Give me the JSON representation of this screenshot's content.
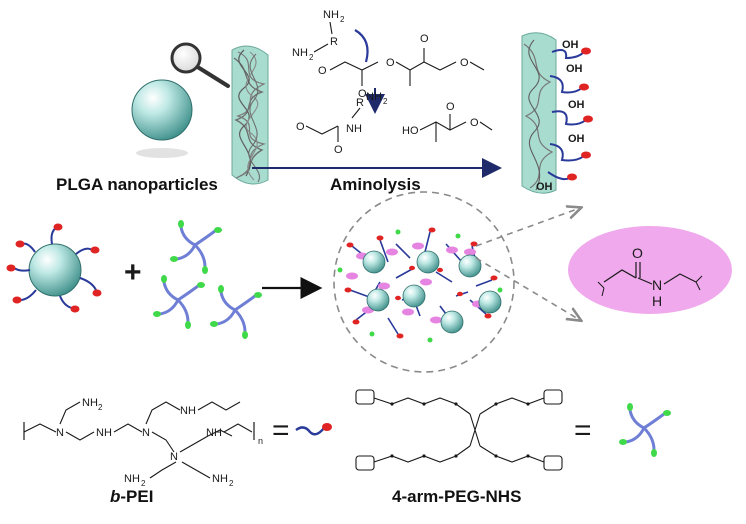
{
  "labels": {
    "plga_nanoparticles": "PLGA  nanoparticles",
    "aminolysis": "Aminolysis",
    "b_pei_prefix": "b",
    "b_pei_suffix": "-PEI",
    "peg_nhs": "4-arm-PEG-NHS"
  },
  "chem_text": {
    "nh2": "NH",
    "nh2_sub": "2",
    "r": "R",
    "o": "O",
    "nh": "NH",
    "ho": "HO",
    "oh": "OH",
    "h": "H",
    "n": "N",
    "subscript_n": "n",
    "equals": "=",
    "plus": "+"
  },
  "colors": {
    "sphere_light": "#dff6f4",
    "sphere_dark": "#3e8f8a",
    "teal_surface": "#a8dccf",
    "pei_chain": "#2a3a9a",
    "peg_arm": "#6f7fd6",
    "nhs_end": "#3fd94a",
    "red_end": "#e02424",
    "amide_bubble": "#f0a9ec",
    "arrow_navy": "#1f2a6b",
    "dashed_gray": "#8a8a8a"
  }
}
